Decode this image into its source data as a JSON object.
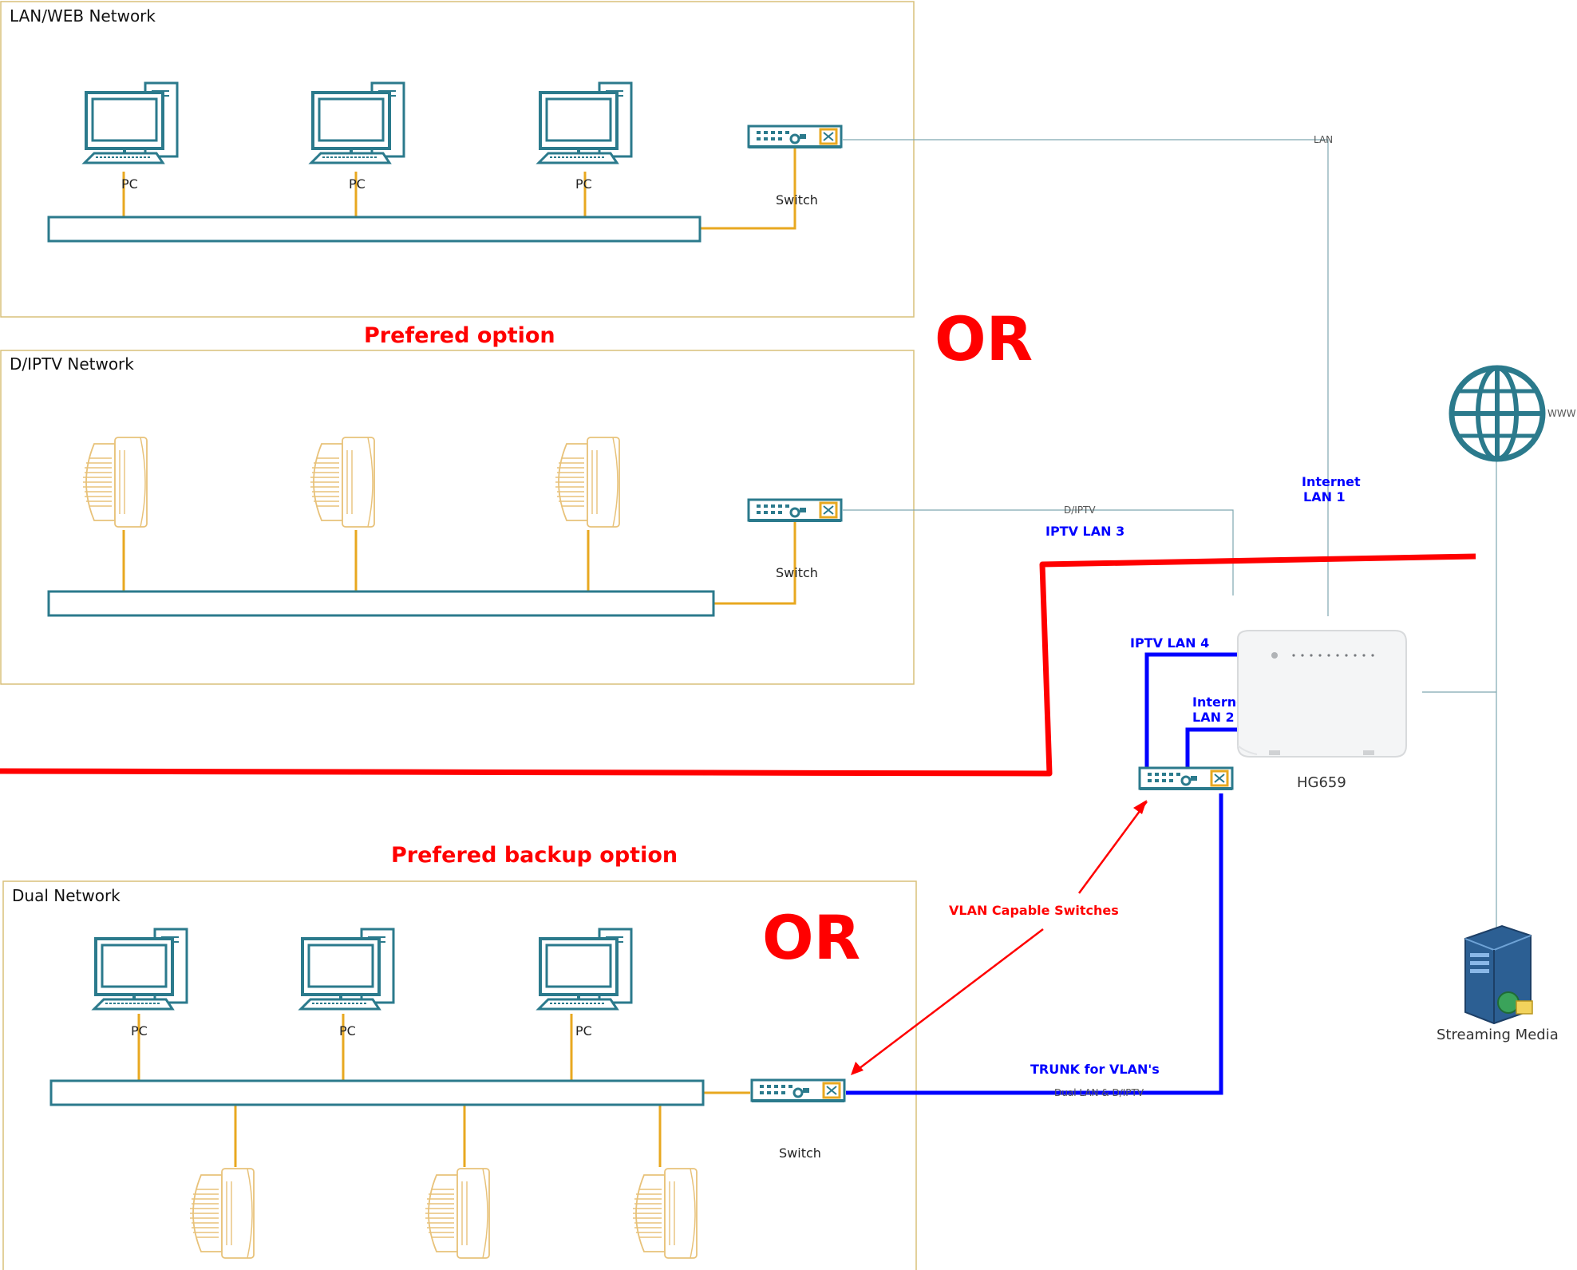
{
  "panels": {
    "lan_web": {
      "title": "LAN/WEB Network",
      "pc_label": "PC",
      "switch_label": "Switch"
    },
    "iptv": {
      "title": "D/IPTV Network",
      "switch_label": "Switch"
    },
    "dual": {
      "title": "Dual Network",
      "pc_label": "PC",
      "switch_label": "Switch"
    }
  },
  "annotations": {
    "or_top": "OR",
    "or_bottom": "OR",
    "prefered_option": "Prefered option",
    "prefered_backup_option": "Prefered backup option",
    "vlan_capable_switches": "VLAN Capable Switches"
  },
  "links": {
    "lan": "LAN",
    "d_iptv": "D/IPTV",
    "iptv_lan3": "IPTV LAN 3",
    "internet_lan1_line1": "Internet",
    "internet_lan1_line2": "LAN 1",
    "iptv_lan4": "IPTV LAN 4",
    "internet_lan2_line1": "Internet",
    "internet_lan2_line2": "LAN 2",
    "trunk": "TRUNK for VLAN's",
    "trunk_sub": "Dual LAN & D/IPTV"
  },
  "devices": {
    "router": "HG659",
    "www": "WWW",
    "streaming": "Streaming Media"
  },
  "colors": {
    "device": "#2b7a8c",
    "cable": "#e8a820",
    "panel_border": "#d9c07a",
    "alert": "#ff0000",
    "vlan": "#0000ff"
  },
  "icons": [
    "desktop-pc-icon",
    "set-top-box-icon",
    "network-switch-icon",
    "router-icon",
    "globe-icon",
    "server-icon"
  ]
}
